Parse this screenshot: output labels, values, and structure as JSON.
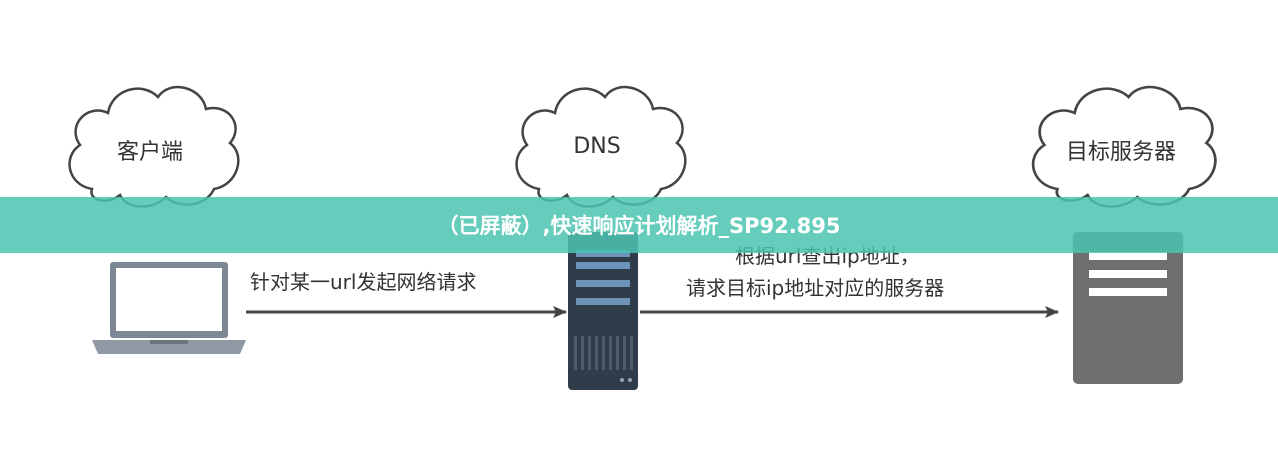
{
  "nodes": {
    "client": {
      "label": "客户端"
    },
    "dns": {
      "label": "DNS"
    },
    "target": {
      "label": "目标服务器"
    }
  },
  "edges": {
    "client_to_dns": {
      "label": "针对某一url发起网络请求"
    },
    "dns_to_target": {
      "line1": "根据url查出ip地址，",
      "line2": "请求目标ip地址对应的服务器"
    }
  },
  "banner": {
    "text": "（已屏蔽）,快速响应计划解析_SP92.895"
  },
  "colors": {
    "banner": "#4bc4b2",
    "outline": "#444444",
    "server_dark": "#2f3c49",
    "server_light": "#6e7d8b"
  }
}
